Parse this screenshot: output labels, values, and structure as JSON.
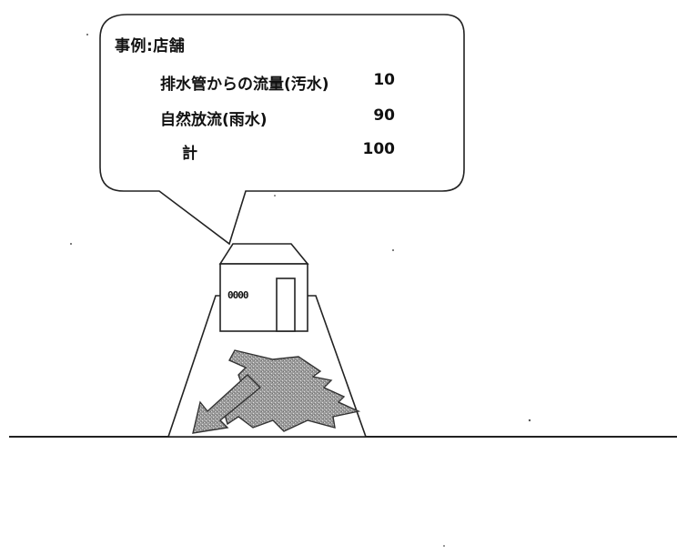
{
  "bubble": {
    "title": "事例:店舗",
    "rows": [
      {
        "label": "排水管からの流量(汚水)",
        "value": "10"
      },
      {
        "label": "自然放流(雨水)",
        "value": "90"
      },
      {
        "label": "計",
        "value": "100"
      }
    ]
  },
  "building": {
    "window_glyph": "0000"
  }
}
